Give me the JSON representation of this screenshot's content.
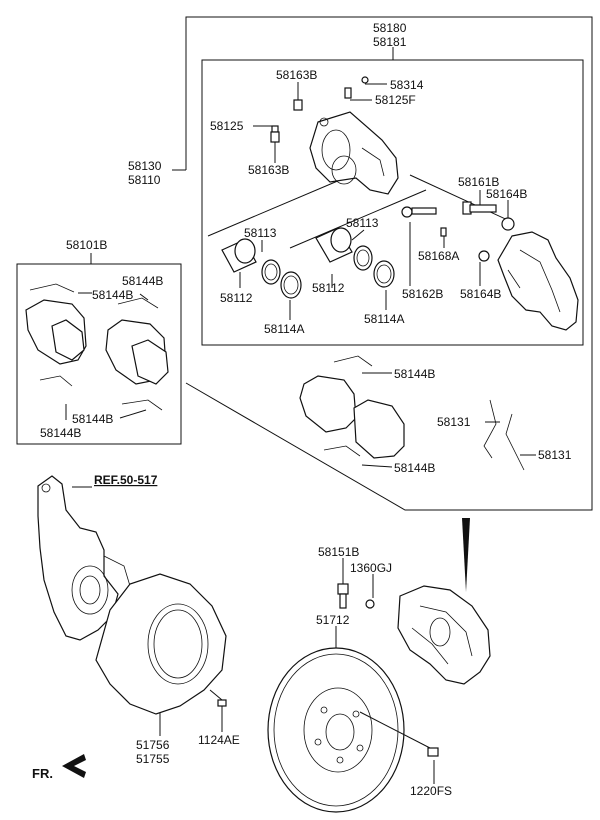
{
  "labels": {
    "caliper_assy_1": "58180",
    "caliper_assy_2": "58181",
    "bolt_58163B_top": "58163B",
    "cap_58314": "58314",
    "bleeder_58125F": "58125F",
    "bolt_58125": "58125",
    "bolt_58163B_mid": "58163B",
    "caliper_body_1": "58130",
    "caliper_body_2": "58110",
    "pin_58161B": "58161B",
    "boot_58164B_top": "58164B",
    "seal_58113_right": "58113",
    "seal_58113_left": "58113",
    "pin_58168A": "58168A",
    "piston_58112_left": "58112",
    "piston_58112_right": "58112",
    "pin_58162B": "58162B",
    "boot_58164B_bottom": "58164B",
    "boot_58114A_left": "58114A",
    "boot_58114A_right": "58114A",
    "pad_kit": "58101B",
    "clip_58144B_a": "58144B",
    "clip_58144B_b": "58144B",
    "clip_58144B_c": "58144B",
    "clip_58144B_d": "58144B",
    "clip_58144B_e": "58144B",
    "clip_58144B_f": "58144B",
    "spring_58131_a": "58131",
    "spring_58131_b": "58131",
    "knuckle_ref": "REF.50-517",
    "bolt_58151B": "58151B",
    "bolt_1360GJ": "1360GJ",
    "disc_51712": "51712",
    "cover_51756": "51756",
    "cover_51755": "51755",
    "screw_1124AE": "1124AE",
    "screw_1220FS": "1220FS",
    "front_arrow": "FR."
  }
}
